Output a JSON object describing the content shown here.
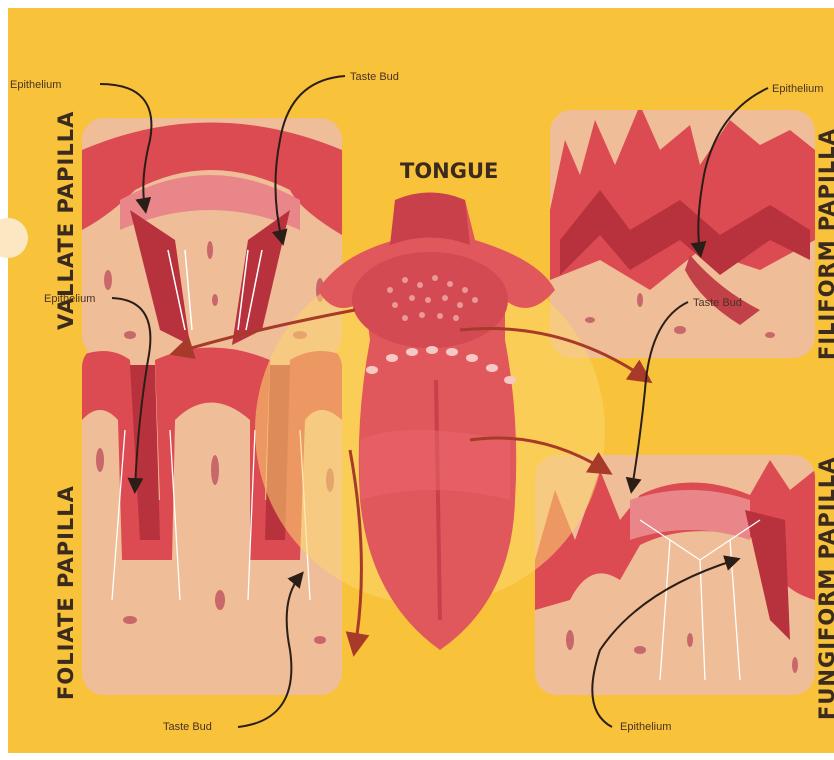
{
  "title": "TONGUE",
  "panels": {
    "vallate": {
      "name": "VALLATE PAPILLA",
      "label_epithelium": "Epithelium",
      "label_taste_bud": "Taste Bud"
    },
    "filiform": {
      "name": "FILIFORM PAPILLA",
      "label_epithelium": "Epithelium"
    },
    "foliate": {
      "name": "FOLIATE PAPILLA",
      "label_epithelium": "Epithelium",
      "label_taste_bud": "Taste Bud"
    },
    "fungiform": {
      "name": "FUNGIFORM PAPILLA",
      "label_taste_bud": "Taste Bud",
      "label_epithelium": "Epithelium"
    }
  },
  "colors": {
    "background": "#f8c23a",
    "tissue": "#efbd98",
    "tongue": "#e0575c",
    "tongue_dark": "#c8404a",
    "epithelium": "#dc4a52",
    "arrow": "#a83a2a",
    "pointer": "#2a1e16"
  }
}
